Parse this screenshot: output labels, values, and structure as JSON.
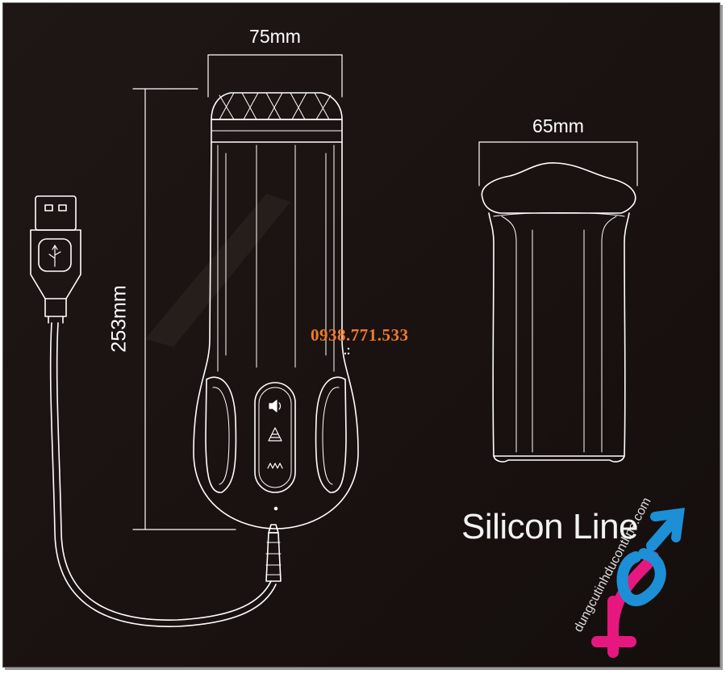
{
  "dimensions": {
    "width_top": "75mm",
    "width_sleeve": "65mm",
    "height": "253mm"
  },
  "phone": "0938.771.533",
  "caption": "Silicon Line",
  "watermark": "dungcutinhducontline.com",
  "colors": {
    "background": "#1a1210",
    "outline": "#ffffff",
    "phone": "#f07a2a",
    "logo_blue": "#1c8fd6",
    "logo_pink": "#e6187f"
  },
  "icons": [
    "usb-icon",
    "speaker-icon",
    "triangle-mode-icon",
    "wave-icon"
  ]
}
